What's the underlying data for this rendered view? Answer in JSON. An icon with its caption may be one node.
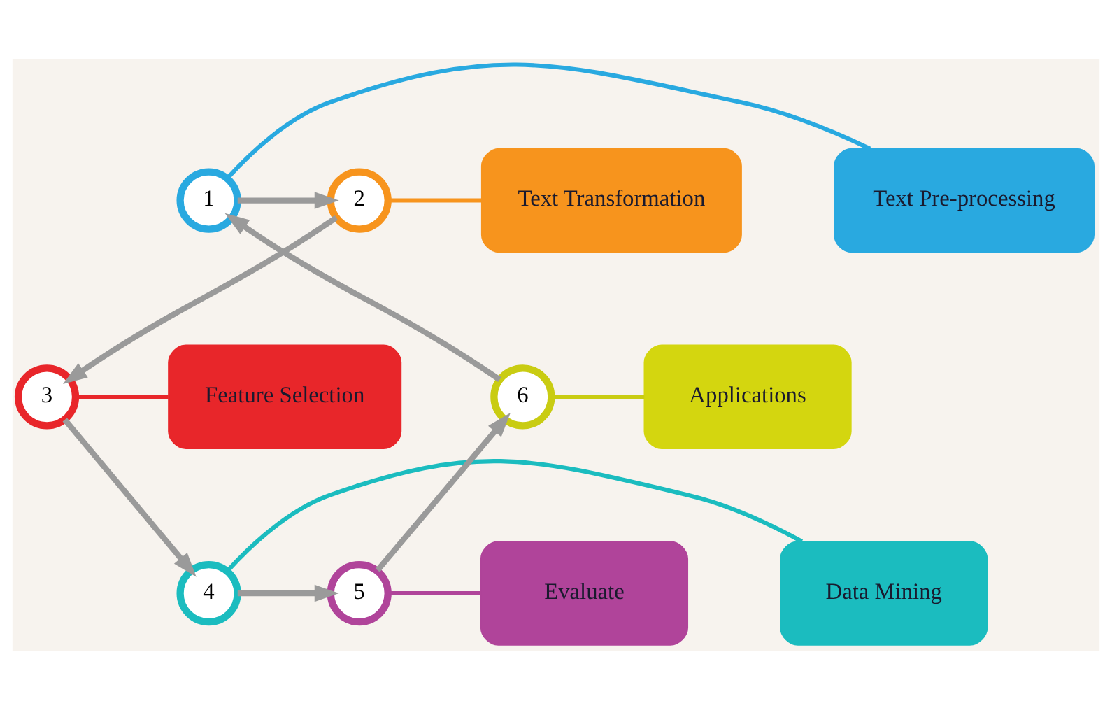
{
  "diagram": {
    "nodes": [
      {
        "text": [
          "Text Transformation"
        ]
      },
      {
        "text": [
          "2"
        ]
      },
      {
        "text": [
          "1"
        ]
      },
      {
        "text": [
          "Text Pre-processing"
        ]
      },
      {
        "text": [
          "Feature Selection"
        ]
      },
      {
        "text": [
          "3"
        ]
      },
      {
        "text": [
          "6"
        ]
      },
      {
        "text": [
          "Applications"
        ]
      },
      {
        "text": [
          "Data Mining"
        ]
      },
      {
        "text": [
          "4"
        ]
      },
      {
        "text": [
          "5"
        ]
      },
      {
        "text": [
          "Evaluate"
        ]
      }
    ],
    "edges": [
      {
        "from": 2,
        "to": 1,
        "arrow": "to"
      },
      {
        "from": 1,
        "to": 5,
        "arrow": "to"
      },
      {
        "from": 5,
        "to": 9,
        "arrow": "to"
      },
      {
        "from": 9,
        "to": 10,
        "arrow": "to"
      },
      {
        "from": 10,
        "to": 6,
        "arrow": "to"
      },
      {
        "from": 6,
        "to": 2,
        "arrow": "to"
      },
      {
        "from": 1,
        "to": 0,
        "arrow": "none",
        "color": "#f7941d"
      },
      {
        "from": 2,
        "to": 3,
        "arrow": "none",
        "color": "#29a9e0"
      },
      {
        "from": 5,
        "to": 4,
        "arrow": "none",
        "color": "#e8262a"
      },
      {
        "from": 6,
        "to": 7,
        "arrow": "none",
        "color": "#c9cc12"
      },
      {
        "from": 9,
        "to": 8,
        "arrow": "none",
        "color": "#1bbcbf"
      },
      {
        "from": 10,
        "to": 11,
        "arrow": "none",
        "color": "#b0449a"
      }
    ]
  }
}
